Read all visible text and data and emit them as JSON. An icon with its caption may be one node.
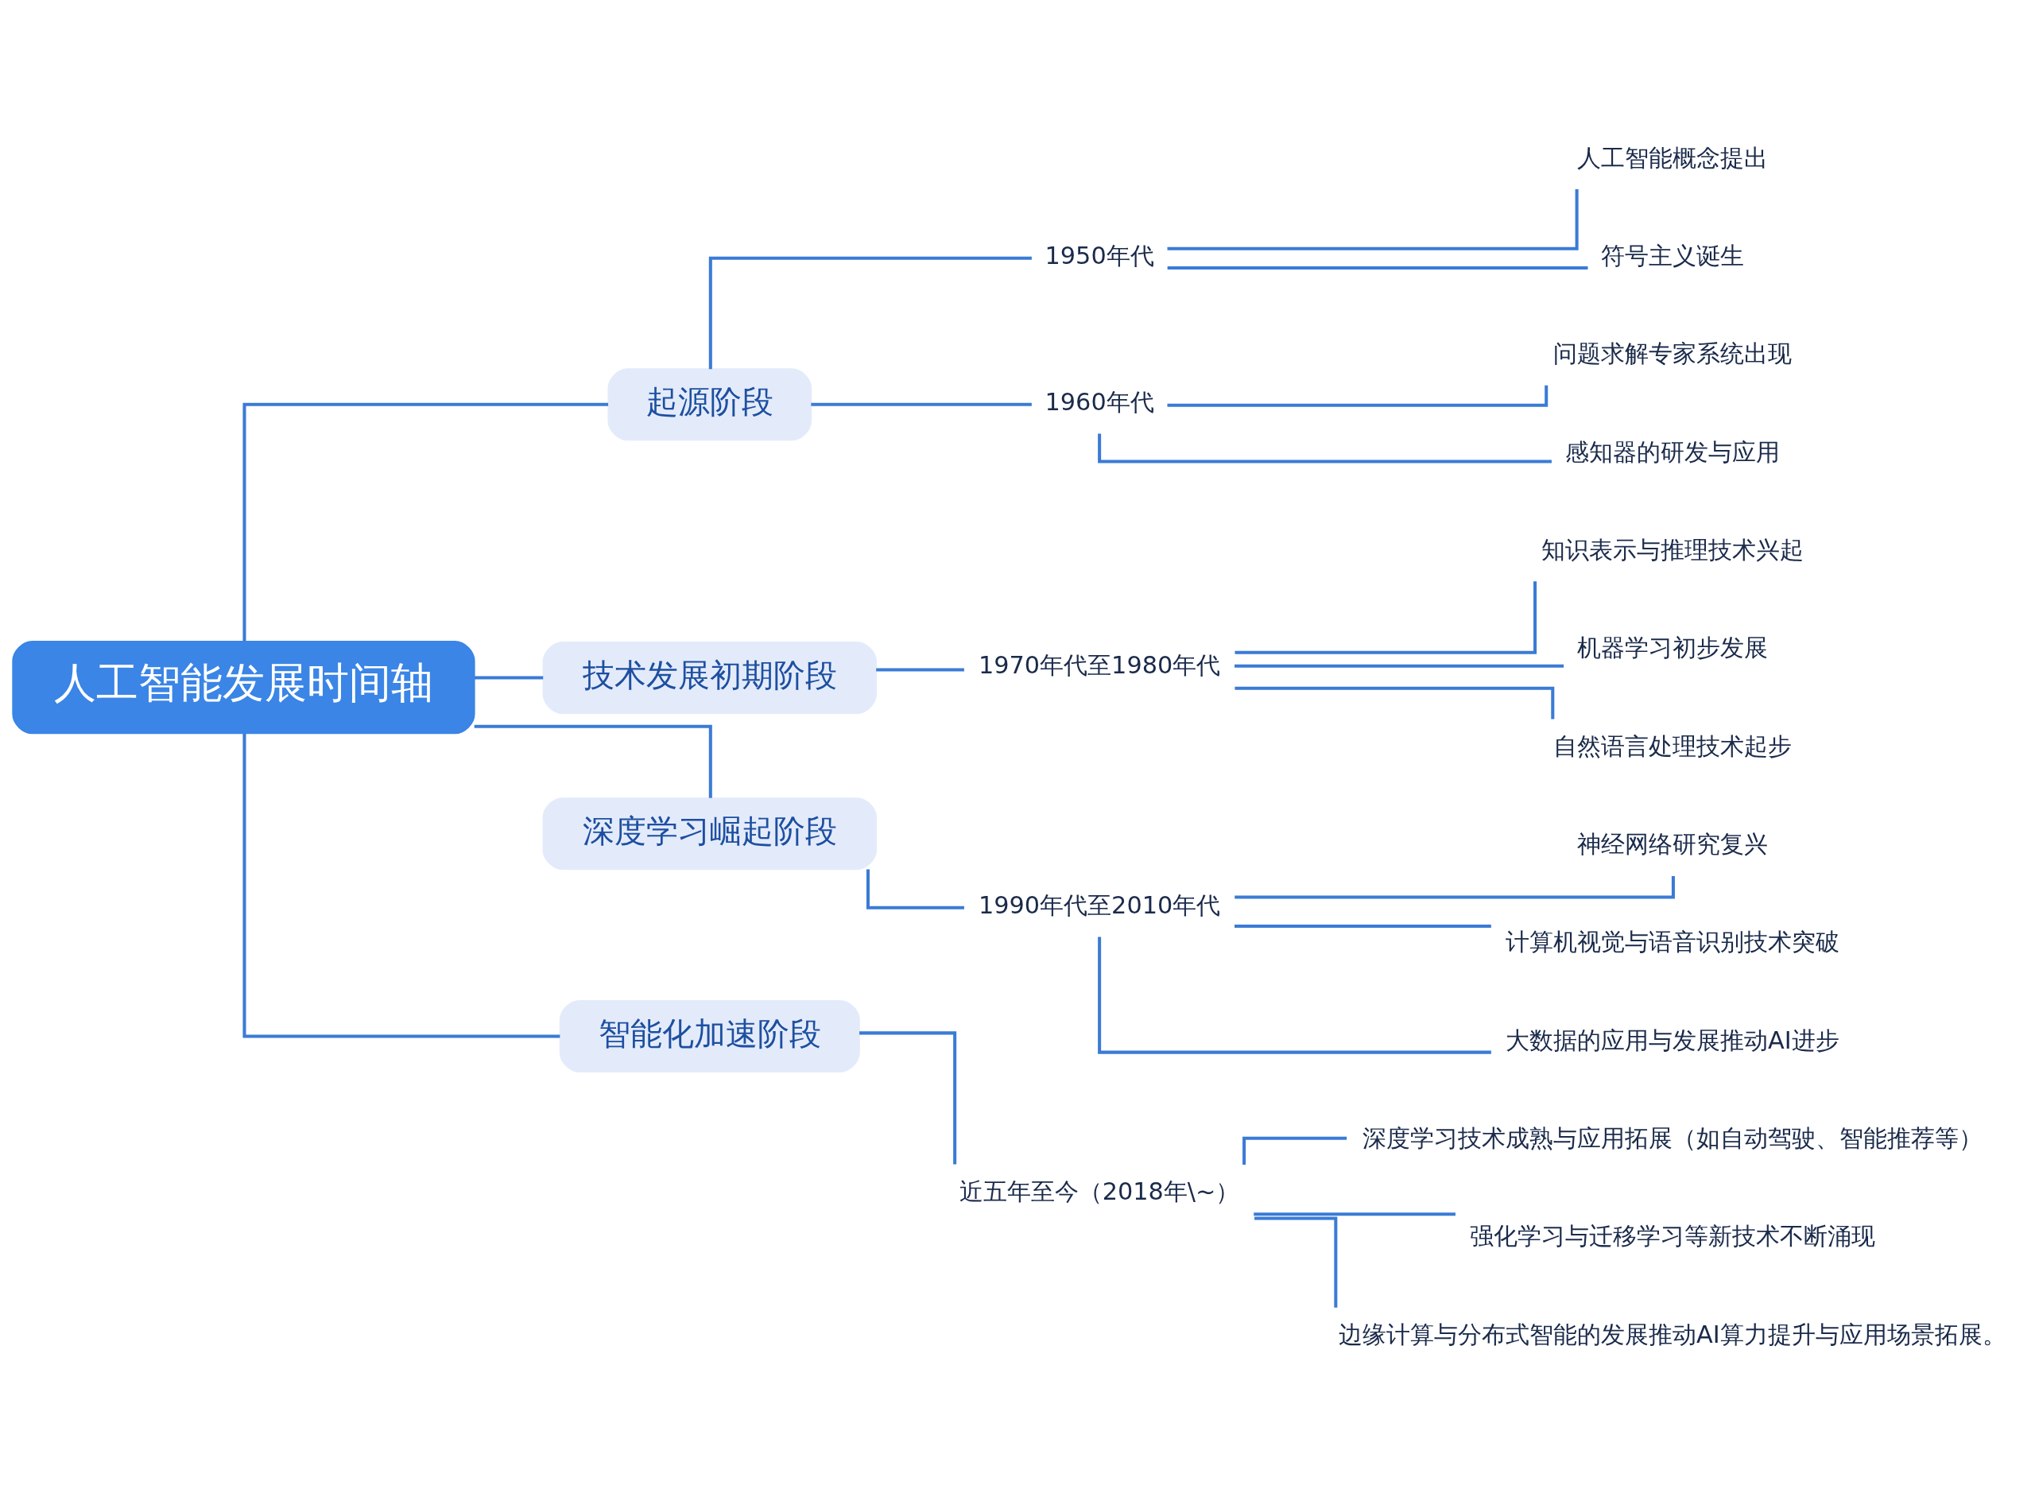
{
  "diagram": {
    "nodes": [
      {
        "text": [
          "人工智能发展时间轴"
        ]
      },
      {
        "text": [
          "起源阶段"
        ]
      },
      {
        "text": [
          "1950年代"
        ]
      },
      {
        "text": [
          "人工智能概念提出"
        ]
      },
      {
        "text": [
          "符号主义诞生"
        ]
      },
      {
        "text": [
          "1960年代"
        ]
      },
      {
        "text": [
          "问题求解专家系统出现"
        ]
      },
      {
        "text": [
          "感知器的研发与应用"
        ]
      },
      {
        "text": [
          "技术发展初期阶段"
        ]
      },
      {
        "text": [
          "1970年代至1980年代"
        ]
      },
      {
        "text": [
          "知识表示与推理技术兴起"
        ]
      },
      {
        "text": [
          "机器学习初步发展"
        ]
      },
      {
        "text": [
          "自然语言处理技术起步"
        ]
      },
      {
        "text": [
          "深度学习崛起阶段"
        ]
      },
      {
        "text": [
          "1990年代至2010年代"
        ]
      },
      {
        "text": [
          "神经网络研究复兴"
        ]
      },
      {
        "text": [
          "计算机视觉与语音识别技术突破"
        ]
      },
      {
        "text": [
          "大数据的应用与发展推动AI进步"
        ]
      },
      {
        "text": [
          "智能化加速阶段"
        ]
      },
      {
        "text": [
          "近五年至今（2018年\\~）"
        ]
      },
      {
        "text": [
          "深度学习技术成熟与应用拓展（如自动驾驶、智能推荐等）"
        ]
      },
      {
        "text": [
          "强化学习与迁移学习等新技术不断涌现"
        ]
      },
      {
        "text": [
          "边缘计算与分布式智能的发展推动AI算力提升与应用场景拓展。"
        ]
      }
    ],
    "edges": [
      {
        "from": 0,
        "to": 1,
        "arrow": "none"
      },
      {
        "from": 1,
        "to": 2,
        "arrow": "none"
      },
      {
        "from": 2,
        "to": 3,
        "arrow": "none"
      },
      {
        "from": 2,
        "to": 4,
        "arrow": "none"
      },
      {
        "from": 1,
        "to": 5,
        "arrow": "none"
      },
      {
        "from": 5,
        "to": 6,
        "arrow": "none"
      },
      {
        "from": 5,
        "to": 7,
        "arrow": "none"
      },
      {
        "from": 0,
        "to": 8,
        "arrow": "none"
      },
      {
        "from": 8,
        "to": 9,
        "arrow": "none"
      },
      {
        "from": 9,
        "to": 10,
        "arrow": "none"
      },
      {
        "from": 9,
        "to": 11,
        "arrow": "none"
      },
      {
        "from": 9,
        "to": 12,
        "arrow": "none"
      },
      {
        "from": 0,
        "to": 13,
        "arrow": "none"
      },
      {
        "from": 13,
        "to": 14,
        "arrow": "none"
      },
      {
        "from": 14,
        "to": 15,
        "arrow": "none"
      },
      {
        "from": 14,
        "to": 16,
        "arrow": "none"
      },
      {
        "from": 14,
        "to": 17,
        "arrow": "none"
      },
      {
        "from": 0,
        "to": 18,
        "arrow": "none"
      },
      {
        "from": 18,
        "to": 19,
        "arrow": "none"
      },
      {
        "from": 19,
        "to": 20,
        "arrow": "none"
      },
      {
        "from": 19,
        "to": 21,
        "arrow": "none"
      },
      {
        "from": 19,
        "to": 22,
        "arrow": "none"
      }
    ]
  }
}
